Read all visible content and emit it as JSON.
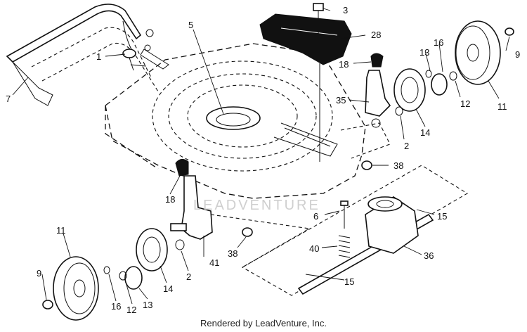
{
  "watermark": "LEADVENTURE",
  "footer": "Rendered by LeadVenture, Inc.",
  "callouts": {
    "c1": "1",
    "c2a": "2",
    "c2b": "2",
    "c3": "3",
    "c5": "5",
    "c6": "6",
    "c7": "7",
    "c9a": "9",
    "c9b": "9",
    "c11a": "11",
    "c11b": "11",
    "c12a": "12",
    "c12b": "12",
    "c13a": "13",
    "c13b": "13",
    "c14a": "14",
    "c14b": "14",
    "c15a": "15",
    "c15b": "15",
    "c16a": "16",
    "c16b": "16",
    "c18a": "18",
    "c18b": "18",
    "c28": "28",
    "c35": "35",
    "c36": "36",
    "c38a": "38",
    "c38b": "38",
    "c40": "40",
    "c41": "41"
  }
}
